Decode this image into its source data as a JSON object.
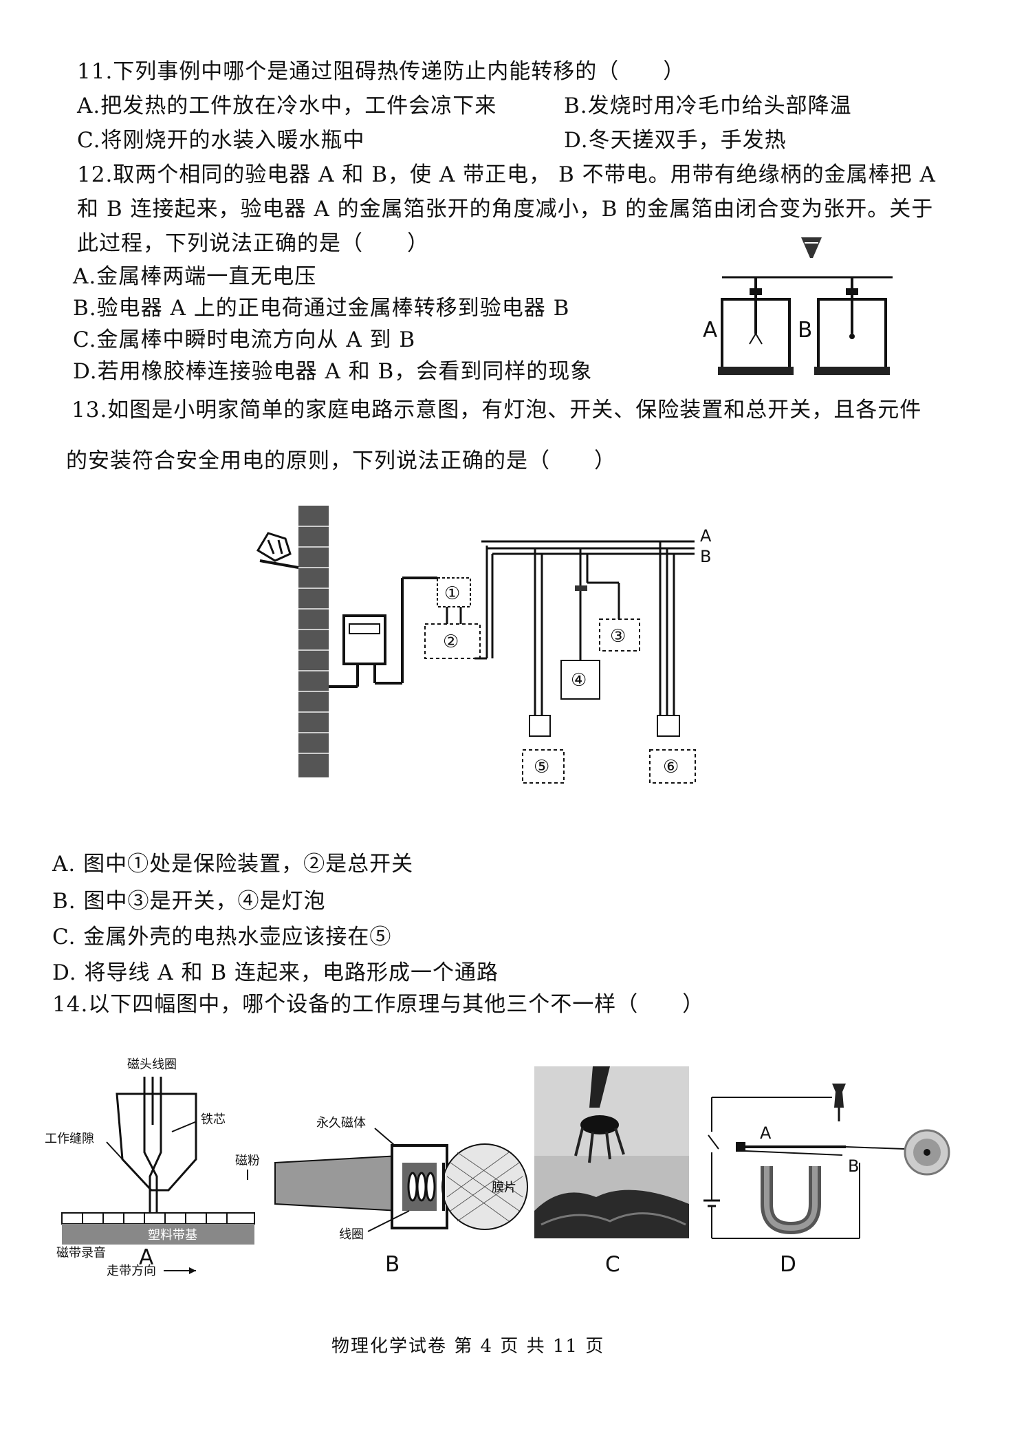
{
  "q11": {
    "stem": "11.下列事例中哪个是通过阻碍热传递防止内能转移的（　　）",
    "A": "A.把发热的工件放在冷水中，工件会凉下来",
    "B": "B.发烧时用冷毛巾给头部降温",
    "C": "C.将刚烧开的水装入暖水瓶中",
    "D": "D.冬天搓双手，手发热"
  },
  "q12": {
    "stem1": "12.取两个相同的验电器 A 和 B，使 A 带正电， B 不带电。用带有绝缘柄的金属棒把 A",
    "stem2": "和 B 连接起来，验电器 A 的金属箔张开的角度减小，B 的金属箔由闭合变为张开。关于",
    "stem3": "此过程，下列说法正确的是（　　）",
    "A": "A.金属棒两端一直无电压",
    "B": "B.验电器 A 上的正电荷通过金属棒转移到验电器 B",
    "C": "C.金属棒中瞬时电流方向从 A 到 B",
    "D": "D.若用橡胶棒连接验电器 A 和 B，会看到同样的现象",
    "fig": {
      "label_a": "A",
      "label_b": "B"
    }
  },
  "q13": {
    "stem1": "13.如图是小明家简单的家庭电路示意图，有灯泡、开关、保险装置和总开关，且各元件",
    "stem2": "的安装符合安全用电的原则，下列说法正确的是（　　）",
    "A": "A.  图中①处是保险装置，②是总开关",
    "B": "B.  图中③是开关，④是灯泡",
    "C": "C.  金属外壳的电热水壶应该接在⑤",
    "D": "D.  将导线 A 和 B 连起来，电路形成一个通路",
    "fig": {
      "wire_a": "A",
      "wire_b": "B",
      "n1": "①",
      "n2": "②",
      "n3": "③",
      "n4": "④",
      "n5": "⑤",
      "n6": "⑥"
    }
  },
  "q14": {
    "stem": "14.以下四幅图中，哪个设备的工作原理与其他三个不一样（　　）",
    "figA": {
      "coil": "磁头线圈",
      "core": "铁芯",
      "gap": "工作缝隙",
      "powder": "磁粉",
      "base": "塑料带基",
      "record": "磁带录音",
      "direction": "走带方向",
      "caption": "A"
    },
    "figB": {
      "magnet": "永久磁体",
      "membrane": "膜片",
      "coil": "线圈",
      "caption": "B"
    },
    "figC": {
      "caption": "C"
    },
    "figD": {
      "label_a": "A",
      "label_b": "B",
      "caption": "D"
    }
  },
  "footer": "物理化学试卷 第 4 页 共 11 页"
}
